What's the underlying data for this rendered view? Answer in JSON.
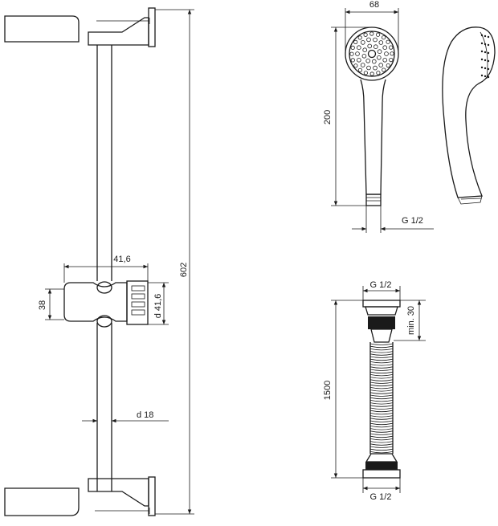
{
  "dimensions": {
    "bracket_width": "41,6",
    "clamp_height": "38",
    "clamp_diameter": "d 41,6",
    "bar_length": "602",
    "bar_diameter": "d 18",
    "handshower_head_width": "68",
    "handshower_length": "200",
    "handshower_thread": "G 1/2",
    "hose_top_thread": "G 1/2",
    "hose_min_length": "min. 30",
    "hose_length": "1500",
    "hose_bottom_thread": "G 1/2"
  }
}
